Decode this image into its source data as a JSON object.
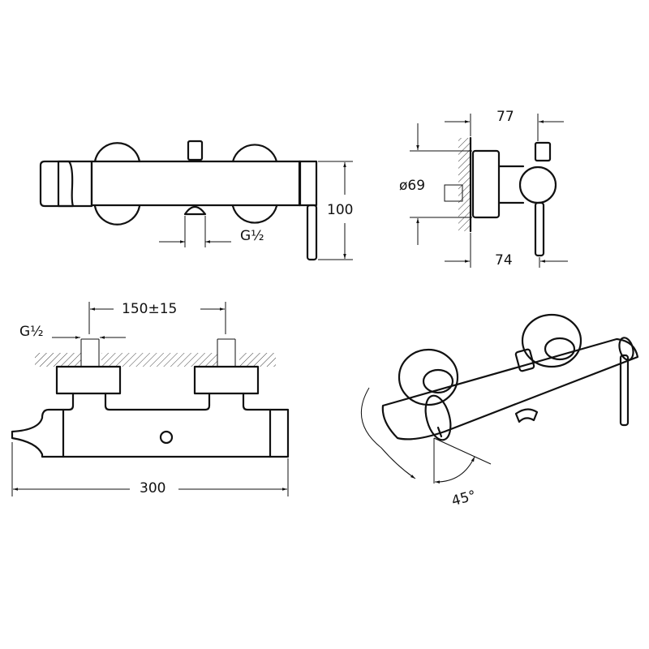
{
  "drawing": {
    "front_view": {
      "height_dim": "100",
      "thread_label": "G½"
    },
    "side_view": {
      "depth_dim": "77",
      "flange_dim": "ø69",
      "lever_dim": "74"
    },
    "top_view": {
      "spacing_dim": "150±15",
      "thread_label": "G½",
      "width_dim": "300"
    },
    "iso_view": {
      "rotation_label": "45°"
    },
    "colors": {
      "line": "#111111",
      "background": "#ffffff"
    }
  }
}
